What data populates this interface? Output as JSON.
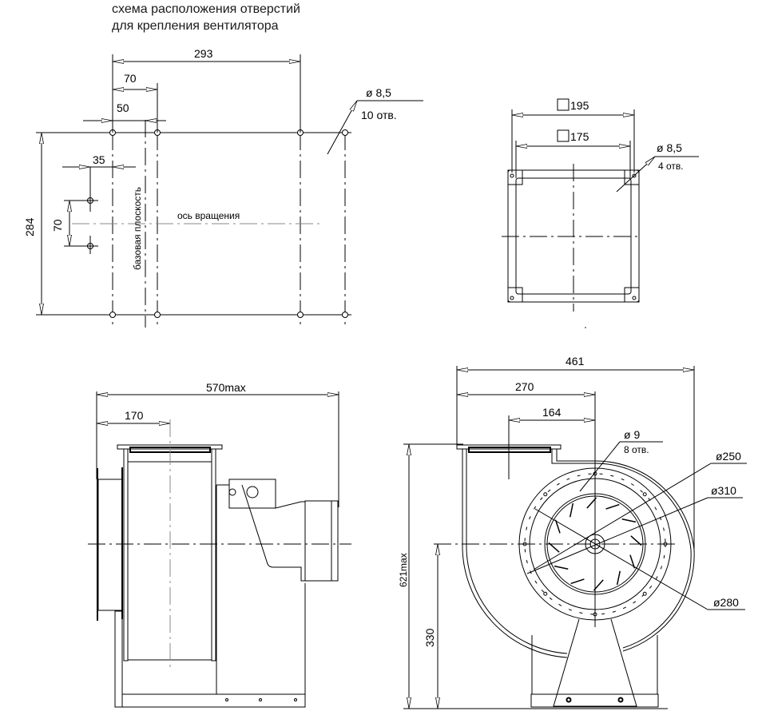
{
  "hole_scheme": {
    "title_line1": "схема расположения отверстий",
    "title_line2": "для крепления вентилятора",
    "dim_293": "293",
    "dim_70_top": "70",
    "dim_50": "50",
    "dim_35": "35",
    "dim_284": "284",
    "dim_70_side": "70",
    "base_plane": "базовая плоскость",
    "rotation_axis": "ось вращения",
    "hole_dia": "ø 8,5",
    "hole_count": "10 отв."
  },
  "outlet_flange": {
    "dim_195": "195",
    "dim_175": "175",
    "hole_dia": "ø 8,5",
    "hole_count": "4 отв."
  },
  "side_view": {
    "dim_570": "570max",
    "dim_170": "170"
  },
  "front_view": {
    "dim_461": "461",
    "dim_270": "270",
    "dim_164": "164",
    "dim_621": "621max",
    "dim_330": "330",
    "hole_dia": "ø 9",
    "hole_count": "8 отв.",
    "dia_250": "ø250",
    "dia_310": "ø310",
    "dia_280": "ø280"
  }
}
